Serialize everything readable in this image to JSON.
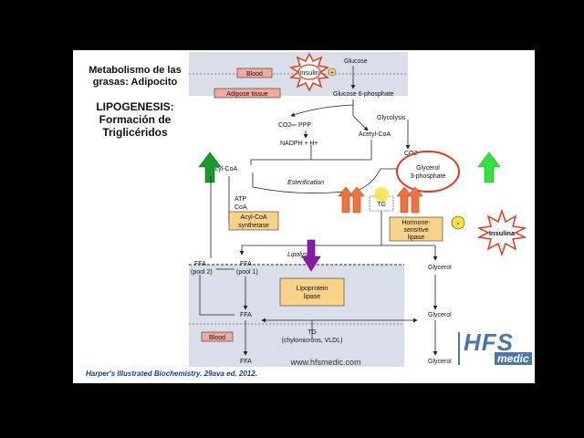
{
  "slide": {
    "title": "Metabolismo de las grasas: Adipocito",
    "title_lines": [
      "Metabolismo de las",
      "grasas: Adipocito"
    ],
    "subtitle_lines": [
      "LIPOGENESIS:",
      "Formación de",
      "Triglicéridos"
    ],
    "reference": "Harper's Illustrated Biochemistry. 29ava ed. 2012."
  },
  "diagram": {
    "blood_top": "Blood",
    "adipose": "Adipose tissue",
    "insulin_top": "Insulin",
    "plus_sign": "+",
    "glucose": "Glucose",
    "g6p": "Glucose 6-phosphate",
    "glycolysis": "Glycolysis",
    "co2_a": "CO2",
    "ppp": "PPP",
    "nadph": "NADPH + H+",
    "acetyl_coa": "Acetyl-CoA",
    "co2_b": "CO2",
    "acyl_coa": "Acyl-CoA",
    "glycerol3p_1": "Glycerol",
    "glycerol3p_2": "3-phosphate",
    "esterification": "Esterification",
    "atp": "ATP",
    "coa": "CoA",
    "acyl_synth_1": "Acyl-CoA",
    "acyl_synth_2": "synthetase",
    "tg": "TG",
    "hsl_1": "Hormone-",
    "hsl_2": "sensitive",
    "hsl_3": "lipase",
    "minus_sign": "-",
    "insulina_right": "Insulina",
    "lipolysis": "Lipolysis",
    "ffa_pool2_1": "FFA",
    "ffa_pool2_2": "(pool 2)",
    "ffa_pool1_1": "FFA",
    "ffa_pool1_2": "(pool 1)",
    "glycerol_a": "Glycerol",
    "lpl_1": "Lipoprotein",
    "lpl_2": "lipase",
    "ffa_mid": "FFA",
    "glycerol_b": "Glycerol",
    "tg_blood_1": "TG",
    "tg_blood_2": "(chylomicrons, VLDL)",
    "blood_bottom": "Blood",
    "ffa_bottom": "FFA",
    "glycerol_bottom": "Glycerol",
    "watermark": "www.hfsmedic.com"
  },
  "logo": {
    "line1": "HFS",
    "line2": "medic"
  },
  "colors": {
    "blood_fill": "#f4a99a",
    "enzyme_fill": "#fbd28a",
    "tissue_band": "#d9dfe9",
    "arrow_orange": "#f2733a",
    "arrow_green": "#1a9a2a",
    "arrow_lime": "#35e23c",
    "arrow_purple": "#8a1aa8",
    "sun_red": "#e23a1a"
  }
}
